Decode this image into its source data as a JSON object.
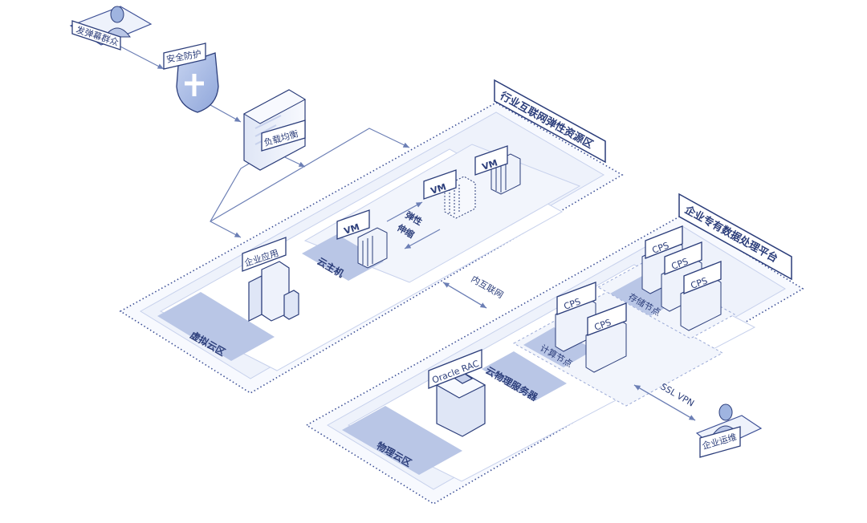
{
  "nodes": {
    "public_users": "发弹幕群众",
    "security": "安全防护",
    "load_balancer": "负载均衡",
    "enterprise_app": "企业应用",
    "vm": "VM",
    "elastic_scaling": [
      "弹性",
      "伸缩"
    ],
    "cloud_host": "云主机",
    "virtual_cloud_zone": "虚拟云区",
    "industry_zone_title": "行业互联网弹性资源区",
    "intranet": "内互联网",
    "private_platform_title": "企业专有数据处理平台",
    "cps": "CPS",
    "storage_nodes": "存储节点",
    "compute_nodes": "计算节点",
    "oracle_rac": "Oracle RAC",
    "cloud_physical_server": "云物理服务器",
    "physical_cloud_zone": "物理云区",
    "ssl_vpn": "SSL VPN",
    "enterprise_ops": "企业运维"
  },
  "colors": {
    "stroke": "#2b3d7a",
    "band": "#b9c6e6",
    "panel": "#eef2fb",
    "panel_light": "#f6f8fd",
    "shield": "#9fb4e0",
    "dotted": "#3d5096"
  }
}
